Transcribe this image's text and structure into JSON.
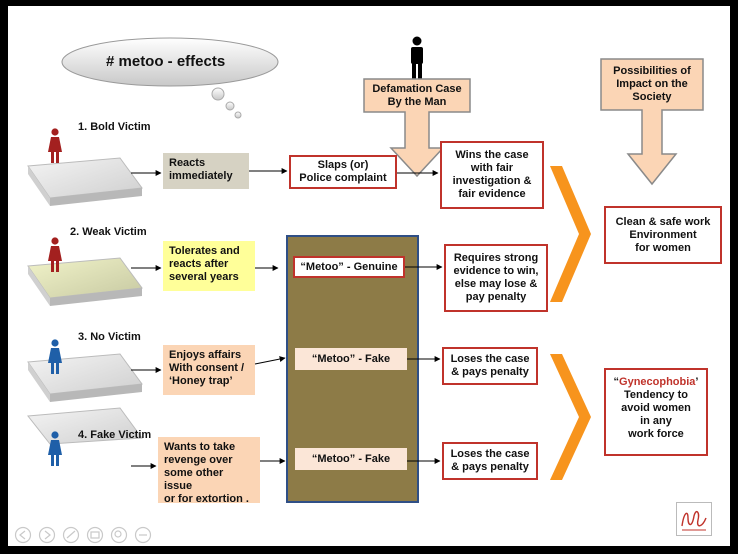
{
  "title": "#  metoo - effects",
  "defamation": "Defamation Case\nBy the Man",
  "possibilities": "Possibilities of\nImpact on the\nSociety",
  "rows": [
    {
      "victim": "1. Bold Victim",
      "action": "Reacts\nimmediately",
      "middle": "Slaps (or)\nPolice complaint",
      "outcome": "Wins the case\nwith fair\ninvestigation &\nfair evidence"
    },
    {
      "victim": "2.  Weak Victim",
      "action": "Tolerates and\nreacts after\nseveral years",
      "middle": "“Metoo”  - Genuine",
      "outcome": "Requires strong\nevidence  to win,\nelse may lose &\npay  penalty"
    },
    {
      "victim": "3. No Victim",
      "action": "Enjoys affairs\nWith consent /\n‘Honey trap’",
      "middle": "“Metoo”  - Fake",
      "outcome": "Loses the case\n& pays penalty"
    },
    {
      "victim": "4. Fake Victim",
      "action": "Wants to take\nrevenge over\nsome other issue\nor for extortion .",
      "middle": "“Metoo”  - Fake",
      "outcome": "Loses the case\n& pays penalty"
    }
  ],
  "impact_positive": "Clean & safe  work\nEnvironment\nfor women",
  "impact_negative": {
    "highlight": "Gynecophobia",
    "quote_open": "“",
    "quote_close": "’",
    "rest": "Tendency to\navoid  women\nin any\nwork force"
  },
  "colors": {
    "red_border": "#c0332b",
    "action_gray": "#d6d2c3",
    "action_yellow": "#ffff99",
    "action_peach": "#fbd5b5",
    "big_box": "#8d7b47",
    "big_box_border": "#2f4f86",
    "chevron": "#f7941d",
    "callout_fill": "#fbd5b5",
    "callout_border": "#8a8a8a",
    "woman_red": "#a3201f",
    "woman_blue": "#1f5fa8"
  }
}
